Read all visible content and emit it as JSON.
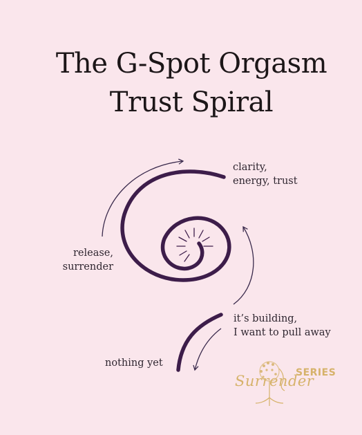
{
  "title": {
    "line1": "The G-Spot Orgasm",
    "line2": "Trust Spiral"
  },
  "labels": {
    "clarity": [
      "clarity,",
      "energy, trust"
    ],
    "release": [
      "release,",
      "surrender"
    ],
    "building": [
      "it’s building,",
      "I want to pull away"
    ],
    "nothing": "nothing yet"
  },
  "logo": {
    "script": "Surrender",
    "series": "SERIES",
    "color": "#d6b26a",
    "icon": "tree-woman-icon"
  },
  "colors": {
    "spiral": "#3d1d4a",
    "arrow": "#3a2a4c",
    "background": "#fae6ec"
  }
}
